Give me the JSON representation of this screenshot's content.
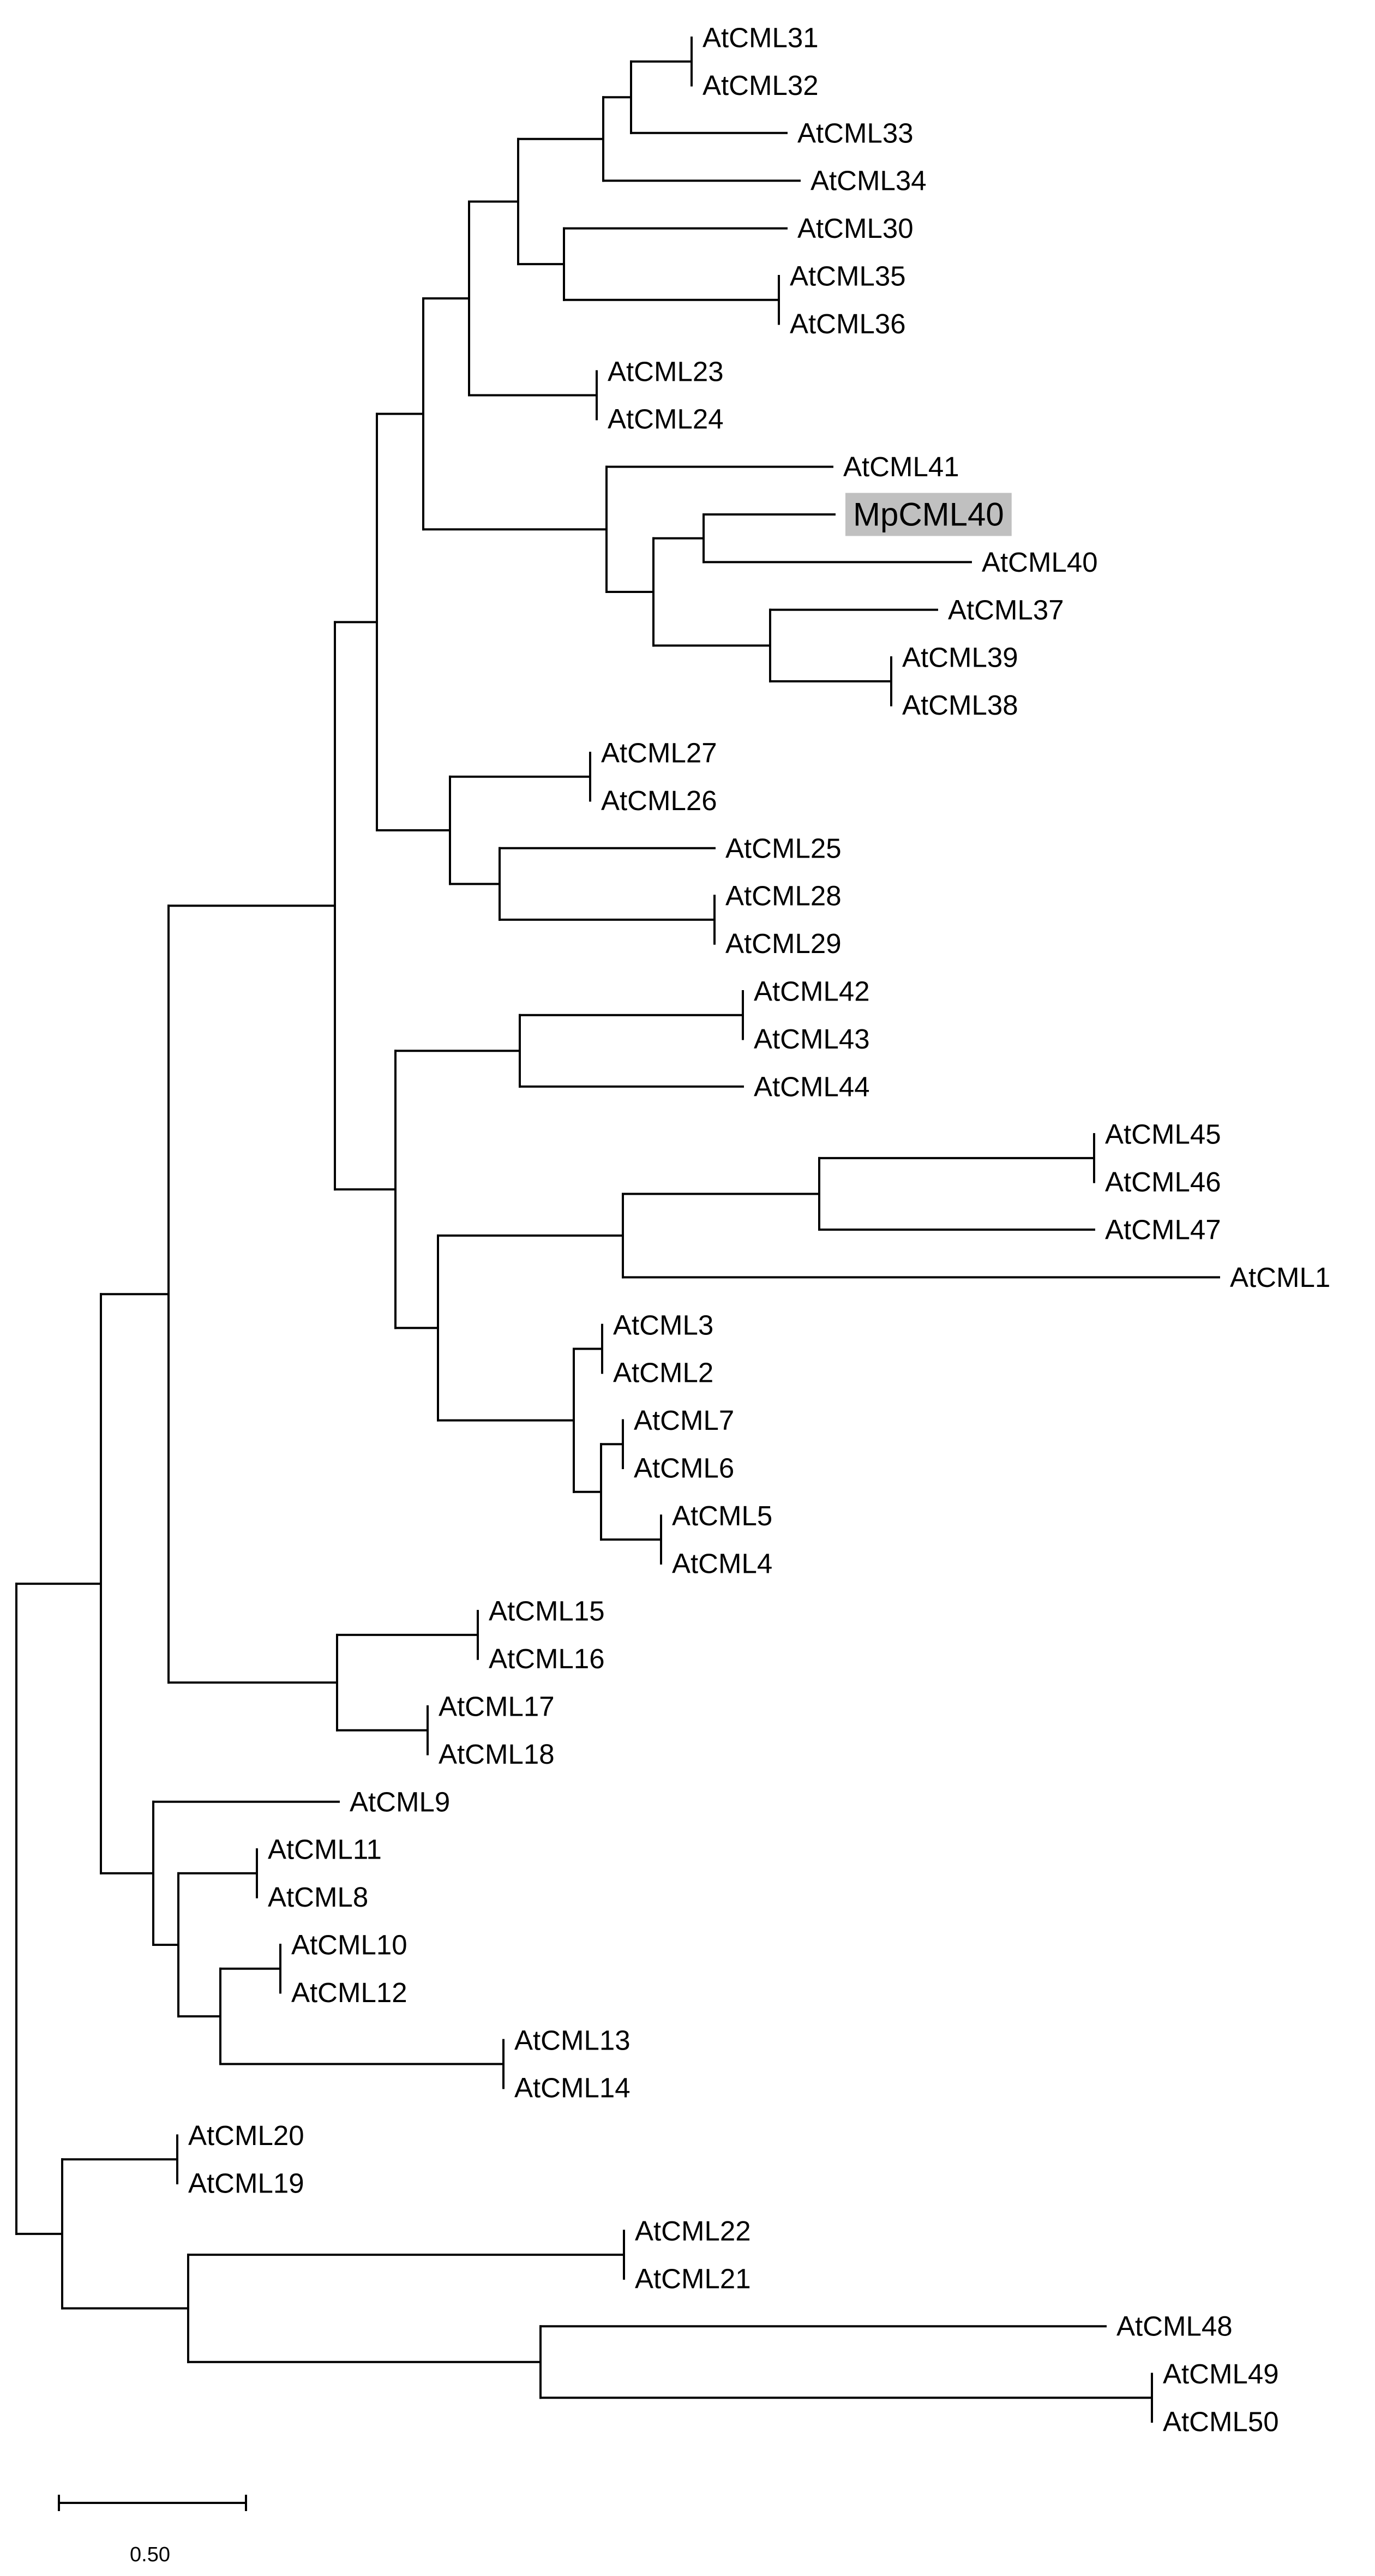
{
  "tree": {
    "highlight_color": "#c0c0c0",
    "branch_color": "#000000",
    "leaves": [
      {
        "label": "AtCML31"
      },
      {
        "label": "AtCML32"
      },
      {
        "label": "AtCML33"
      },
      {
        "label": "AtCML34"
      },
      {
        "label": "AtCML30"
      },
      {
        "label": "AtCML35"
      },
      {
        "label": "AtCML36"
      },
      {
        "label": "AtCML23"
      },
      {
        "label": "AtCML24"
      },
      {
        "label": "AtCML41"
      },
      {
        "label": "MpCML40",
        "highlighted": true
      },
      {
        "label": "AtCML40"
      },
      {
        "label": "AtCML37"
      },
      {
        "label": "AtCML39"
      },
      {
        "label": "AtCML38"
      },
      {
        "label": "AtCML27"
      },
      {
        "label": "AtCML26"
      },
      {
        "label": "AtCML25"
      },
      {
        "label": "AtCML28"
      },
      {
        "label": "AtCML29"
      },
      {
        "label": "AtCML42"
      },
      {
        "label": "AtCML43"
      },
      {
        "label": "AtCML44"
      },
      {
        "label": "AtCML45"
      },
      {
        "label": "AtCML46"
      },
      {
        "label": "AtCML47"
      },
      {
        "label": "AtCML1"
      },
      {
        "label": "AtCML3"
      },
      {
        "label": "AtCML2"
      },
      {
        "label": "AtCML7"
      },
      {
        "label": "AtCML6"
      },
      {
        "label": "AtCML5"
      },
      {
        "label": "AtCML4"
      },
      {
        "label": "AtCML15"
      },
      {
        "label": "AtCML16"
      },
      {
        "label": "AtCML17"
      },
      {
        "label": "AtCML18"
      },
      {
        "label": "AtCML9"
      },
      {
        "label": "AtCML11"
      },
      {
        "label": "AtCML8"
      },
      {
        "label": "AtCML10"
      },
      {
        "label": "AtCML12"
      },
      {
        "label": "AtCML13"
      },
      {
        "label": "AtCML14"
      },
      {
        "label": "AtCML20"
      },
      {
        "label": "AtCML19"
      },
      {
        "label": "AtCML22"
      },
      {
        "label": "AtCML21"
      },
      {
        "label": "AtCML48"
      },
      {
        "label": "AtCML49"
      },
      {
        "label": "AtCML50"
      }
    ],
    "scale_bar": {
      "label": "0.50",
      "length": 0.5
    }
  }
}
